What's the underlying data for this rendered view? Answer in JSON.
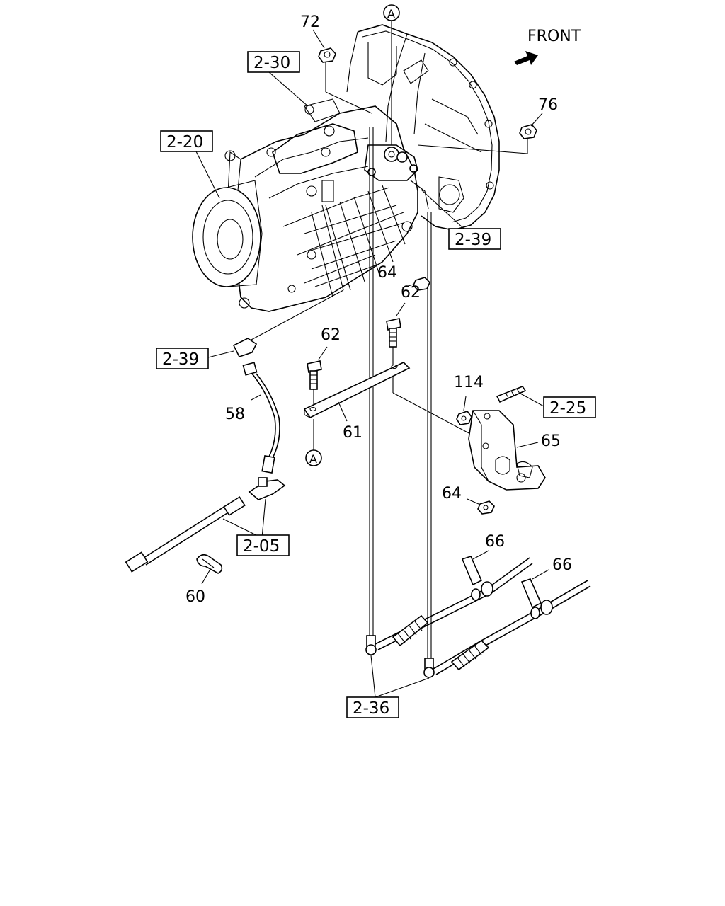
{
  "direction": {
    "label": "FRONT"
  },
  "view_marker": "A",
  "ref_boxes": [
    {
      "id": "rb-2-30",
      "text": "2-30"
    },
    {
      "id": "rb-2-20",
      "text": "2-20"
    },
    {
      "id": "rb-2-39a",
      "text": "2-39"
    },
    {
      "id": "rb-2-39b",
      "text": "2-39"
    },
    {
      "id": "rb-2-25",
      "text": "2-25"
    },
    {
      "id": "rb-2-05",
      "text": "2-05"
    },
    {
      "id": "rb-2-36",
      "text": "2-36"
    }
  ],
  "part_numbers": [
    {
      "id": "pn-72",
      "text": "72"
    },
    {
      "id": "pn-76",
      "text": "76"
    },
    {
      "id": "pn-64a",
      "text": "64"
    },
    {
      "id": "pn-62a",
      "text": "62"
    },
    {
      "id": "pn-62b",
      "text": "62"
    },
    {
      "id": "pn-114",
      "text": "114"
    },
    {
      "id": "pn-58",
      "text": "58"
    },
    {
      "id": "pn-61",
      "text": "61"
    },
    {
      "id": "pn-65",
      "text": "65"
    },
    {
      "id": "pn-64b",
      "text": "64"
    },
    {
      "id": "pn-66a",
      "text": "66"
    },
    {
      "id": "pn-66b",
      "text": "66"
    },
    {
      "id": "pn-60",
      "text": "60"
    }
  ]
}
